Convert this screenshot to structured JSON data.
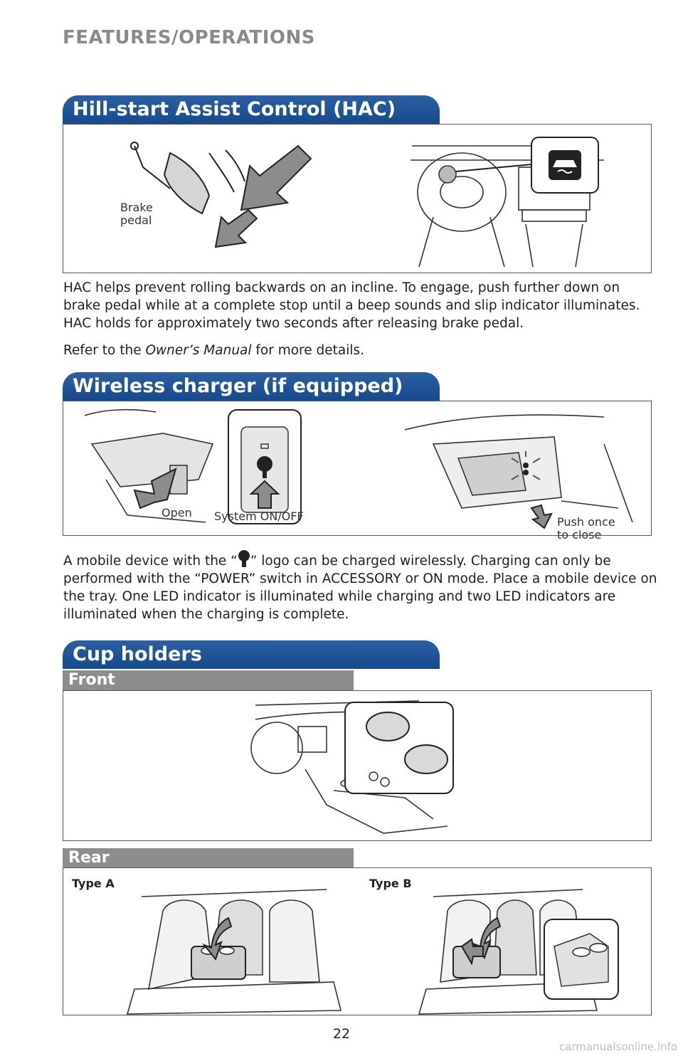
{
  "header": {
    "section": "FEATURES/OPERATIONS"
  },
  "hac": {
    "title": "Hill-start Assist Control (HAC)",
    "label_brake": [
      "Brake",
      "pedal"
    ],
    "description": "HAC helps prevent rolling backwards on an incline. To engage, push further down on brake pedal while at a complete stop until a beep sounds and slip indicator illuminates. HAC holds for approximately two seconds after releasing brake pedal.",
    "refer_prefix": "Refer to the ",
    "refer_manual": "Owner’s Manual",
    "refer_suffix": " for more details."
  },
  "wireless": {
    "title": "Wireless charger (if equipped)",
    "label_open": "Open",
    "label_system": "System ON/OFF",
    "label_push": [
      "Push once",
      "to close"
    ],
    "desc_part1": "A mobile device with the “",
    "desc_part2": "” logo can be charged wirelessly. Charging can only be performed with the “POWER” switch in ACCESSORY or ON mode. Place a mobile device on the tray. One LED indicator is illuminated while charging and two LED indicators are illuminated when the charging is complete."
  },
  "cup": {
    "title": "Cup holders",
    "front_label": "Front",
    "rear_label": "Rear",
    "type_a": "Type A",
    "type_b": "Type B"
  },
  "page_number": "22",
  "watermark": "carmanualsonline.info",
  "colors": {
    "tab_blue": "#1d4f91",
    "subtab_gray": "#8d8d8d",
    "header_gray": "#8a8a8a",
    "arrow_gray": "#8c8c8c"
  }
}
